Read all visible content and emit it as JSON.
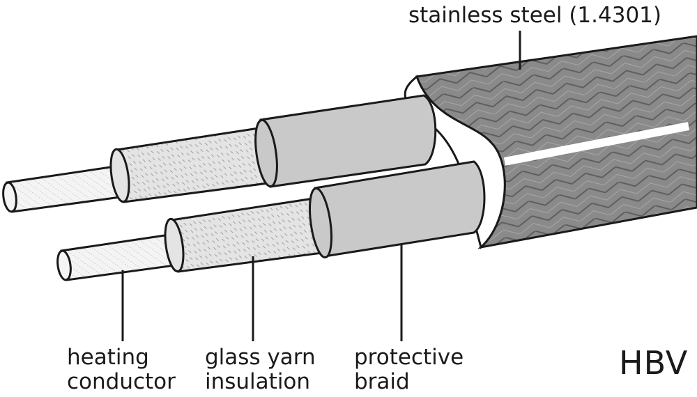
{
  "labels": {
    "outer_sheath": "stainless steel (1.4301)",
    "conductor_line1": "heating",
    "conductor_line2": "conductor",
    "insulation_line1": "glass yarn",
    "insulation_line2": "insulation",
    "braid_line1": "protective",
    "braid_line2": "braid"
  },
  "model": "HBV",
  "colors": {
    "sheath": "#8a8a8a",
    "braid": "#c9c9c9",
    "yarn": "#e4e4e4",
    "conductor": "#f4f4f4",
    "outline": "#1a1a1a"
  }
}
